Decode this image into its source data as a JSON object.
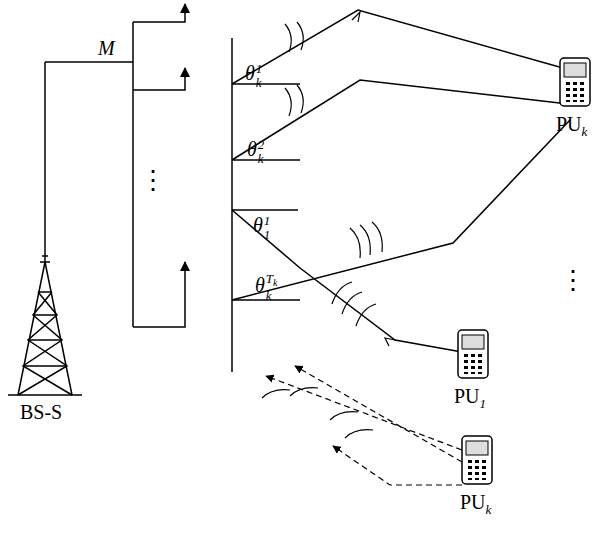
{
  "diagram": {
    "labels": [
      "M",
      "θk1",
      "θk2",
      "θ11",
      "θkTk",
      "PUk",
      "PU1",
      "PUk",
      "BS-S",
      "⋮",
      "⋮"
    ]
  }
}
